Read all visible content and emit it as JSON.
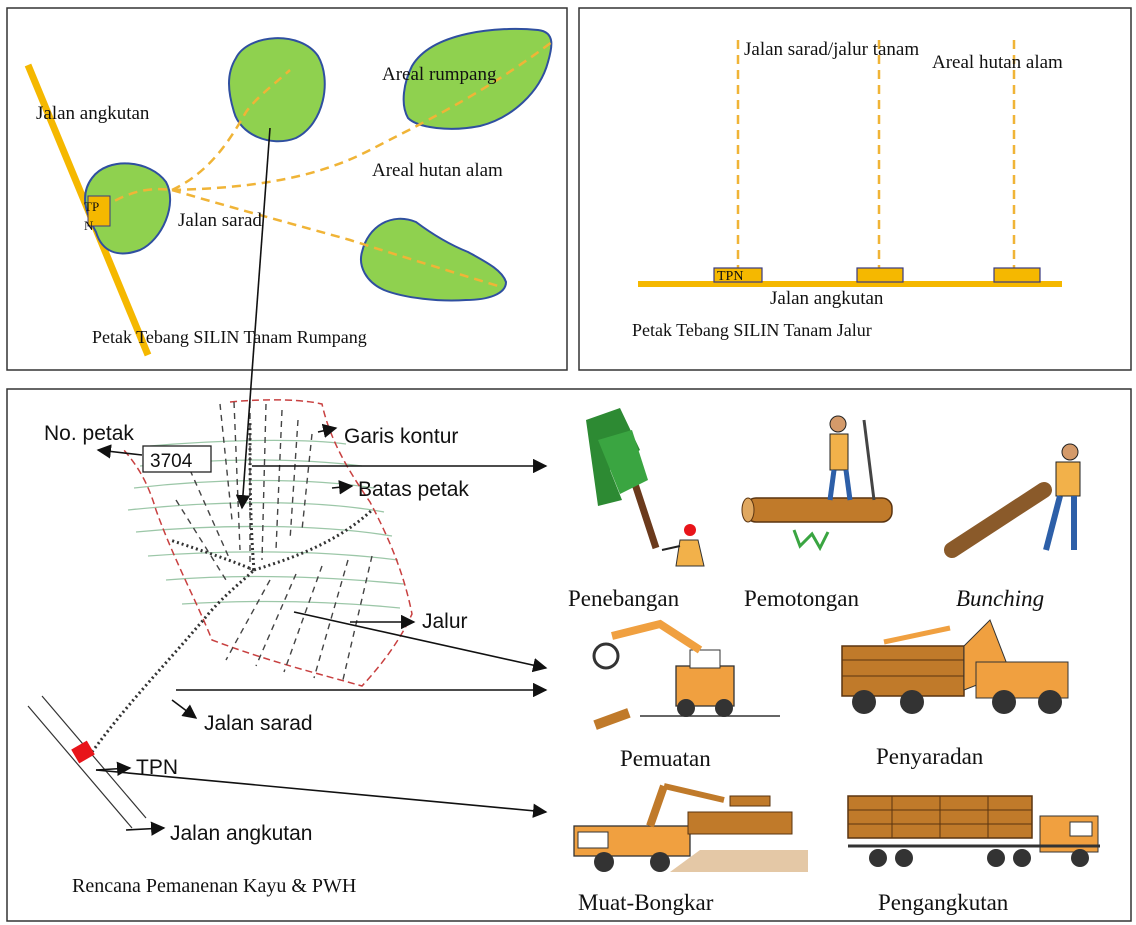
{
  "colors": {
    "road": "#f5b800",
    "patch_fill": "#8fd14f",
    "patch_stroke": "#2f4fa0",
    "skid_dash": "#f0b437",
    "landing_fill": "#f5b800",
    "landing_stroke": "#3a3a80",
    "tpn_marker": "#e8141a",
    "boundary": "#c84040",
    "contour": "#9cc7a8",
    "frame": "#333333"
  },
  "panel_rumpang": {
    "road_label": "Jalan angkutan",
    "patch_label": "Areal rumpang",
    "forest_label": "Areal hutan alam",
    "skid_label": "Jalan sarad",
    "landing_label_line1": "TP",
    "landing_label_line2": "N",
    "caption": "Petak Tebang SILIN Tanam Rumpang"
  },
  "panel_jalur": {
    "skid_label": "Jalan sarad/jalur tanam",
    "forest_label": "Areal hutan alam",
    "landing_label": "TPN",
    "road_label": "Jalan angkutan",
    "caption": "Petak Tebang SILIN Tanam Jalur"
  },
  "panel_plan": {
    "plot_no_label": "No. petak",
    "plot_no_value": "3704",
    "contour_label": "Garis kontur",
    "boundary_label": "Batas petak",
    "strip_label": "Jalur",
    "skid_label": "Jalan sarad",
    "landing_label": "TPN",
    "road_label": "Jalan angkutan",
    "caption": "Rencana Pemanenan Kayu & PWH"
  },
  "activities": [
    {
      "label": "Penebangan",
      "icon": "felling-icon"
    },
    {
      "label": "Pemotongan",
      "icon": "bucking-icon"
    },
    {
      "label": "Bunching",
      "icon": "bunching-icon"
    },
    {
      "label": "Pemuatan",
      "icon": "loader-icon"
    },
    {
      "label": "Penyaradan",
      "icon": "skidder-icon"
    },
    {
      "label": "Muat-Bongkar",
      "icon": "crane-truck-icon"
    },
    {
      "label": "Pengangkutan",
      "icon": "log-truck-icon"
    }
  ]
}
